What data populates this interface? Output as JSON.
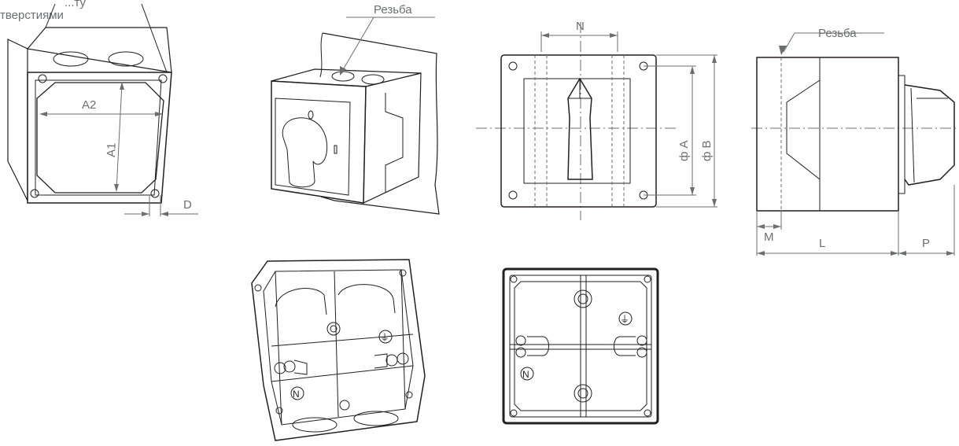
{
  "labels": {
    "holes_caption_line1": "...ту",
    "holes_caption_line2": "тверстиями",
    "a2": "A2",
    "a1": "A1",
    "d": "D",
    "thread_center": "Резьба",
    "n": "N",
    "phi_a": "ф A",
    "phi_b": "ф B",
    "thread_side": "Резьба",
    "m": "M",
    "l": "L",
    "p": "P"
  },
  "ground_symbol": "⏚",
  "neutral_symbol": "N"
}
